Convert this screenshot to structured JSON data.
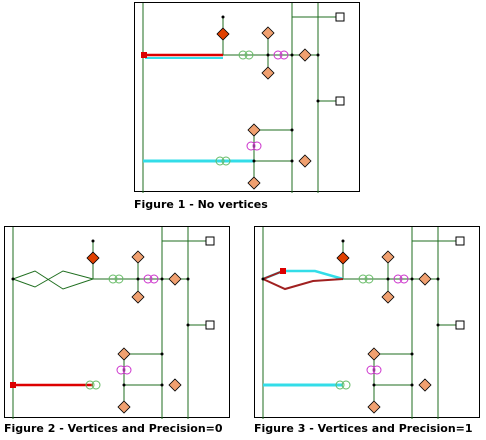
{
  "figures": [
    {
      "id": "figure-1",
      "caption": "Figure 1 - No vertices"
    },
    {
      "id": "figure-2",
      "caption": "Figure 2 - Vertices and Precision=0"
    },
    {
      "id": "figure-3",
      "caption": "Figure 3 - Vertices and Precision=1"
    }
  ],
  "colors": {
    "network_line": "#1f6e1f",
    "selected_edge": "#dd0000",
    "flagged_edge": "#33dde8",
    "dark_red_edge": "#a02020",
    "junction_diamond": "#f0a070",
    "source_diamond": "#e04000",
    "flow_marker_green": "#66bb66",
    "flow_marker_magenta": "#cc33cc"
  }
}
